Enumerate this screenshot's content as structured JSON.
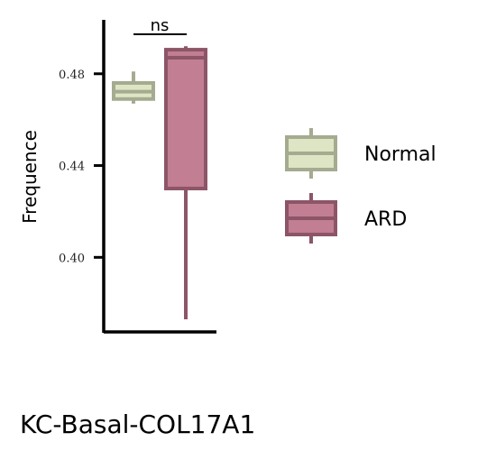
{
  "chart_data": {
    "type": "box",
    "title": "KC-Basal-COL17A1",
    "xlabel": "",
    "ylabel": "Frequence",
    "ylim": [
      0.3675,
      0.5035
    ],
    "yticks": [
      0.4,
      0.44,
      0.48
    ],
    "ytick_labels": [
      "0.40",
      "0.44",
      "0.48"
    ],
    "grid": false,
    "legend_position": "right",
    "series": [
      {
        "name": "Normal",
        "fill": "#dde5c4",
        "stroke": "#a4ab90",
        "whisker_low": 0.467,
        "q1": 0.469,
        "median": 0.4722,
        "q3": 0.476,
        "whisker_high": 0.481
      },
      {
        "name": "ARD",
        "fill": "#c27e92",
        "stroke": "#8c5568",
        "whisker_low": 0.373,
        "q1": 0.43,
        "median": 0.487,
        "q3": 0.4905,
        "whisker_high": 0.492
      }
    ],
    "annotations": [
      {
        "text": "ns",
        "between": [
          "Normal",
          "ARD"
        ]
      }
    ]
  }
}
